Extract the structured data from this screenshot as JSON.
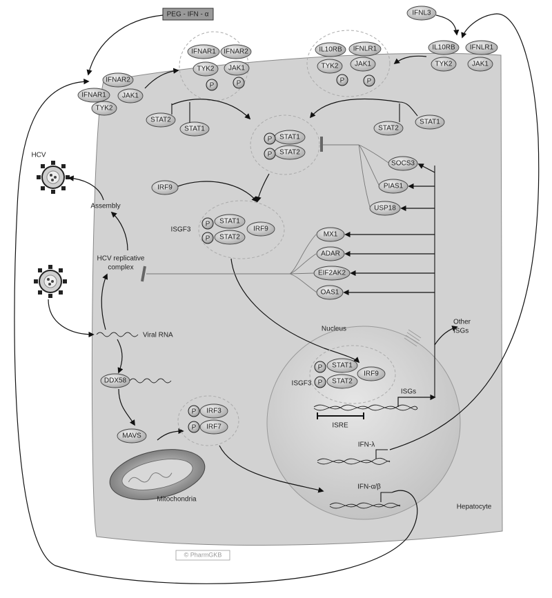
{
  "drug": {
    "label": "PEG - IFN - α"
  },
  "cell": {
    "label": "Hepatocyte"
  },
  "nucleus": {
    "label": "Nucleus"
  },
  "mitochondria": {
    "label": "Mitochondria"
  },
  "copyright": {
    "label": "© PharmGKB"
  },
  "virus": {
    "label": "HCV"
  },
  "receptor_ifna_free": {
    "ifnar2": "IFNAR2",
    "ifnar1": "IFNAR1",
    "jak1": "JAK1",
    "tyk2": "TYK2"
  },
  "receptor_ifna_active": {
    "ifnar1": "IFNAR1",
    "ifnar2": "IFNAR2",
    "tyk2": "TYK2",
    "jak1": "JAK1",
    "p": "P"
  },
  "ifnl3": {
    "label": "IFNL3"
  },
  "receptor_ifnl_free": {
    "il10rb": "IL10RB",
    "ifnlr1": "IFNLR1",
    "tyk2": "TYK2",
    "jak1": "JAK1"
  },
  "receptor_ifnl_active": {
    "il10rb": "IL10RB",
    "ifnlr1": "IFNLR1",
    "tyk2": "TYK2",
    "jak1": "JAK1",
    "p": "P"
  },
  "stat_left": {
    "stat2": "STAT2",
    "stat1": "STAT1"
  },
  "stat_right": {
    "stat2": "STAT2",
    "stat1": "STAT1"
  },
  "stat_dimer": {
    "stat1": "STAT1",
    "stat2": "STAT2",
    "p": "P"
  },
  "irf9": {
    "label": "IRF9"
  },
  "isgf3_cyto": {
    "label": "ISGF3",
    "stat1": "STAT1",
    "stat2": "STAT2",
    "irf9": "IRF9",
    "p": "P"
  },
  "isgf3_nuc": {
    "label": "ISGF3",
    "stat1": "STAT1",
    "stat2": "STAT2",
    "irf9": "IRF9",
    "p": "P"
  },
  "negative_regulators": [
    "SOCS3",
    "PIAS1",
    "USP18"
  ],
  "effectors": [
    "MX1",
    "ADAR",
    "EIF2AK2",
    "OAS1"
  ],
  "other_isgs": {
    "line1": "Other",
    "line2": "ISGs"
  },
  "viral_pathway": {
    "assembly": "Assembly",
    "replicative_line1": "HCV replicative",
    "replicative_line2": "complex",
    "viral_rna": "Viral RNA",
    "ddx58": "DDX58",
    "mavs": "MAVS"
  },
  "irf_complex": {
    "irf3": "IRF3",
    "irf7": "IRF7",
    "p": "P"
  },
  "genes": {
    "isgs": "ISGs",
    "isre": "ISRE",
    "ifn_lambda": "IFN-λ",
    "ifn_ab": "IFN-α/β"
  }
}
